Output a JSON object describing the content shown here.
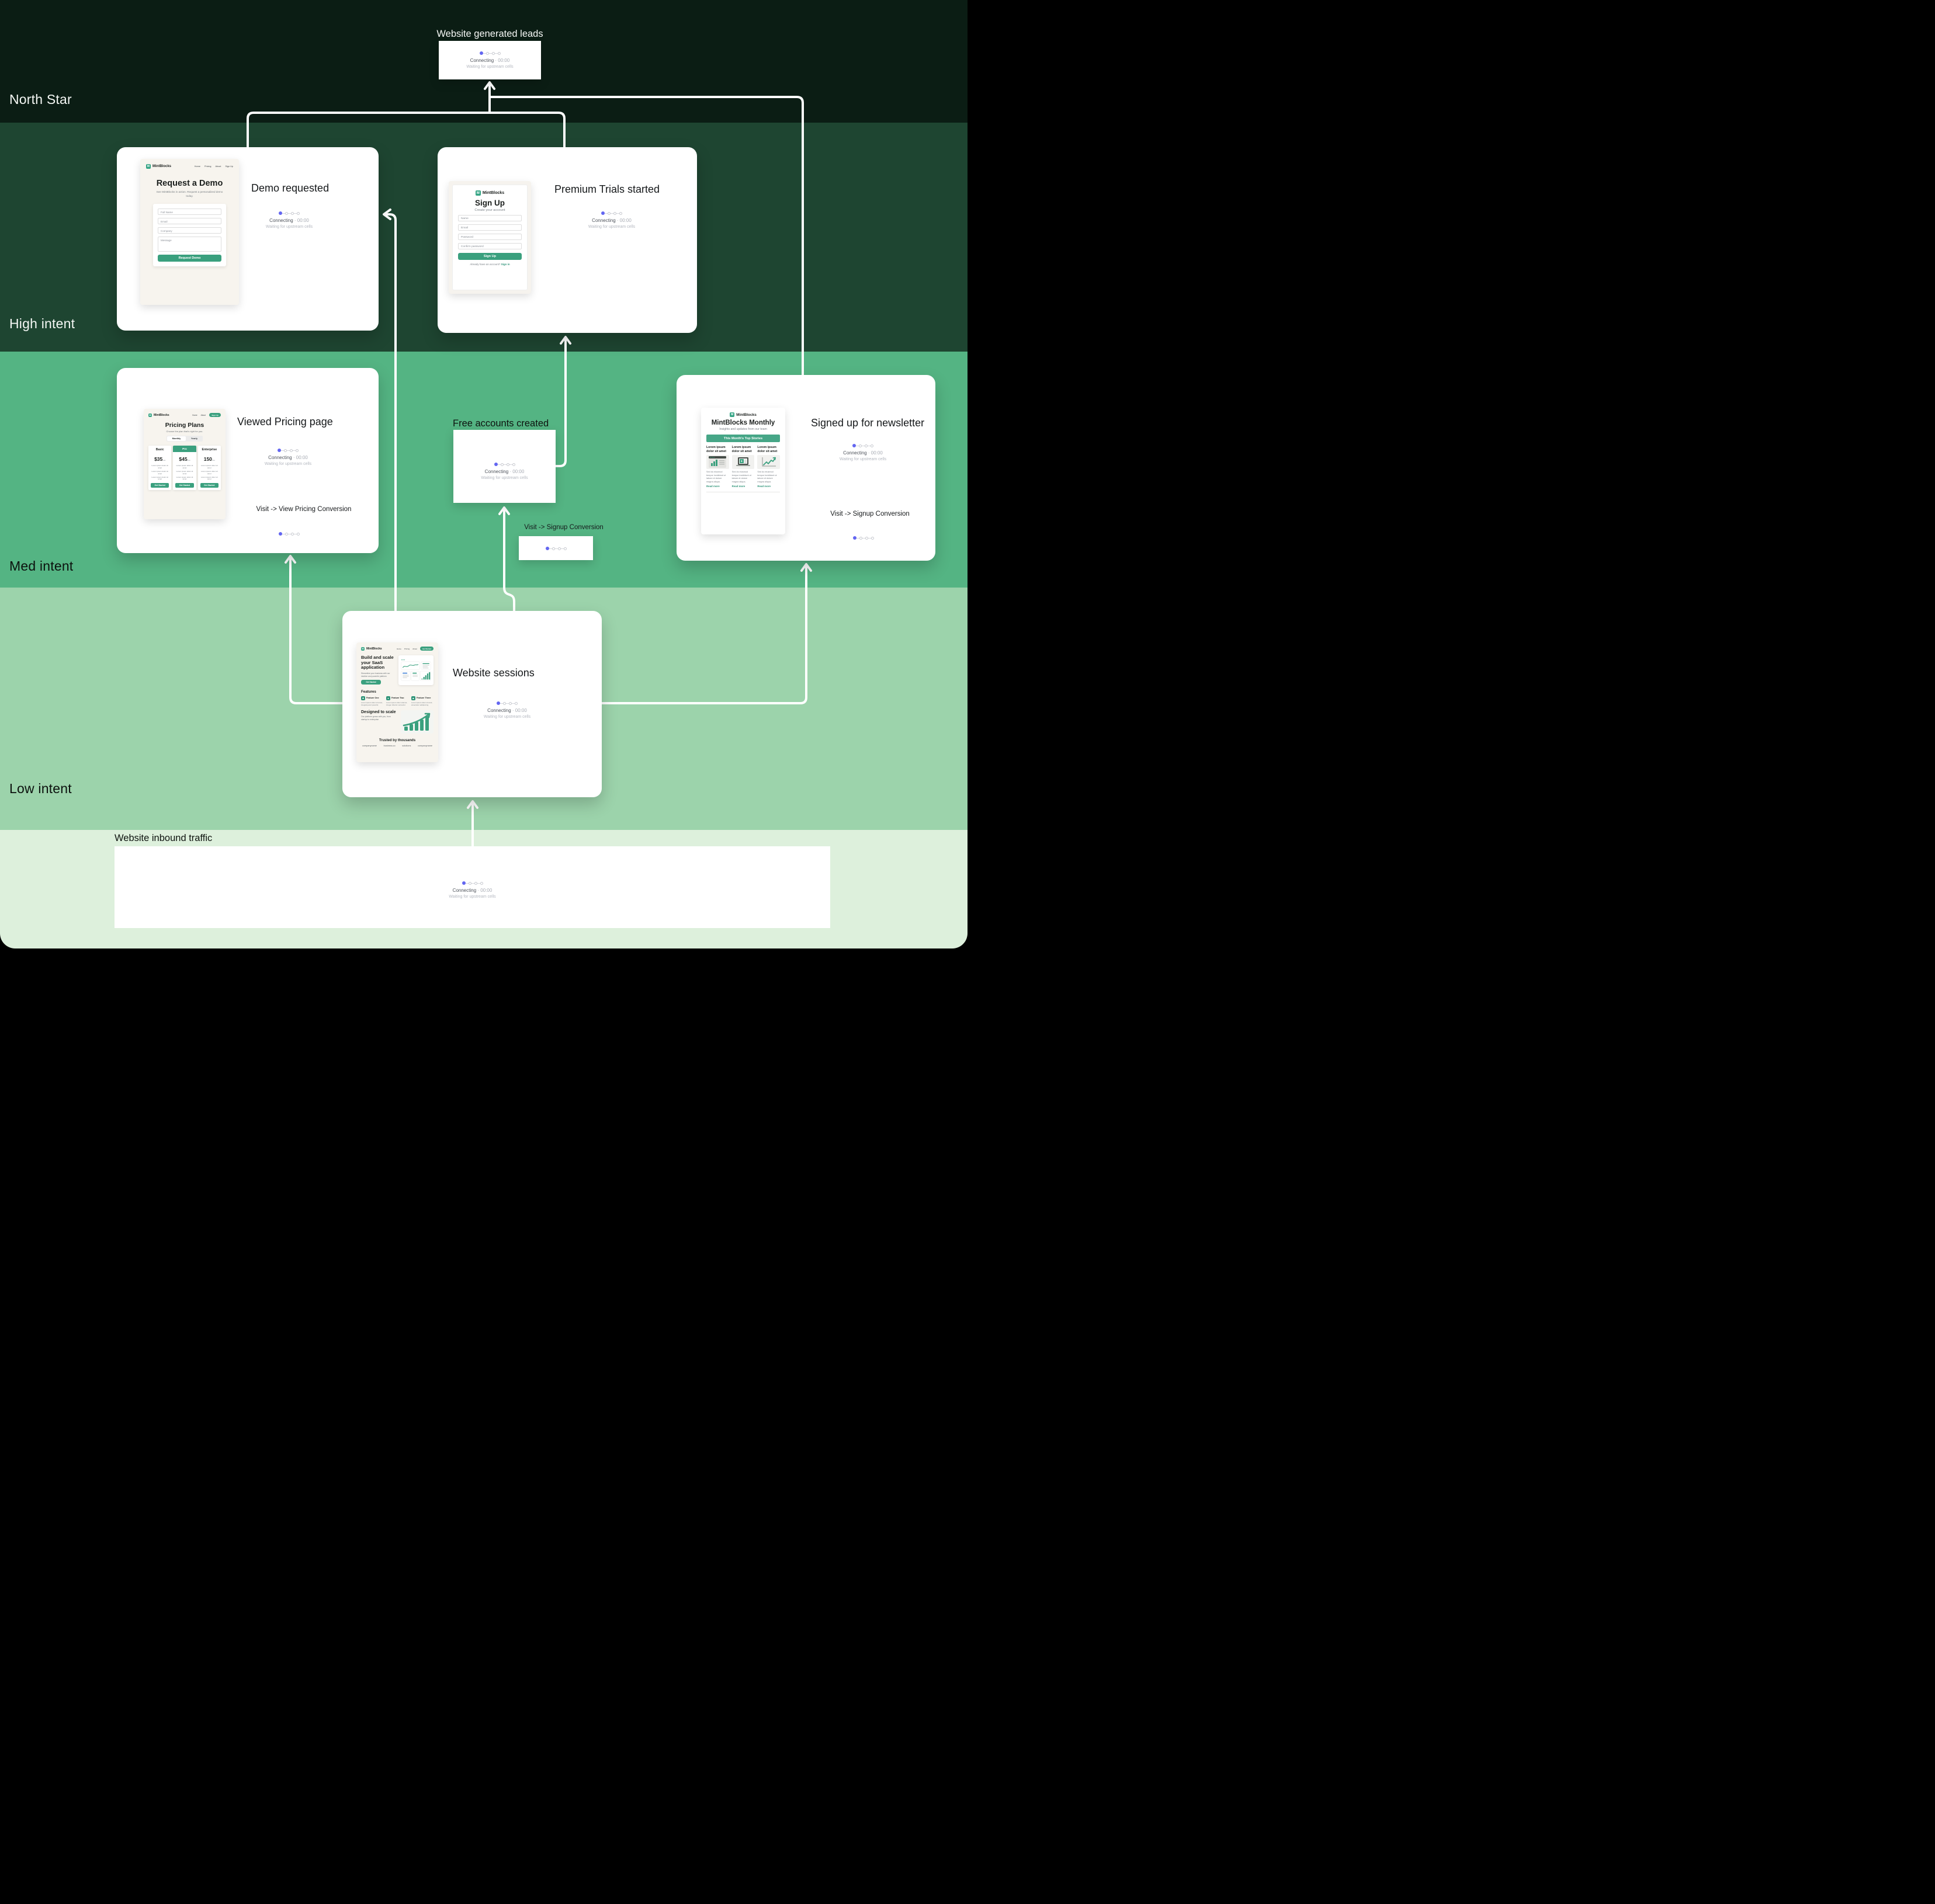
{
  "bands": {
    "north_label": "North Star",
    "high_label": "High intent",
    "med_label": "Med intent",
    "low_label": "Low intent"
  },
  "status": {
    "connecting": "Connecting",
    "sep": "·",
    "time": "00:00",
    "waiting": "Waiting for upstream cells"
  },
  "cards": {
    "leads": {
      "title": "Website generated leads"
    },
    "demo": {
      "title": "Demo requested"
    },
    "premium": {
      "title": "Premium Trials started"
    },
    "pricing": {
      "title": "Viewed Pricing page",
      "conversion_label": "Visit -> View Pricing Conversion"
    },
    "free": {
      "title": "Free accounts created"
    },
    "newsletter": {
      "title": "Signed up for newsletter",
      "conversion_label": "Visit -> Signup Conversion"
    },
    "sessions": {
      "title": "Website sessions"
    },
    "mid_conversion": {
      "title": "Visit -> Signup Conversion"
    },
    "inbound": {
      "title": "Website inbound traffic"
    }
  },
  "mockups": {
    "brand": "MintBlocks",
    "logo_letter": "M",
    "demo_page": {
      "nav": [
        "Home",
        "Pricing",
        "About",
        "Sign Up"
      ],
      "heading": "Request a Demo",
      "subheading": "See MintBlocks in action. Request a personalized demo today.",
      "fields": [
        "Full Name",
        "Email",
        "Company",
        "Message"
      ],
      "submit_label": "Request Demo"
    },
    "signup_page": {
      "heading": "Sign Up",
      "subheading": "Create your account",
      "fields": [
        "Name",
        "Email",
        "Password",
        "Confirm password"
      ],
      "submit_label": "Sign Up",
      "footer_text": "Already have an account?",
      "footer_link": "Sign in"
    },
    "pricing_page": {
      "nav": [
        "Home",
        "About"
      ],
      "nav_cta": "Sign Up",
      "heading": "Pricing Plans",
      "subheading": "Choose the plan that's right for you.",
      "billing_toggle": [
        "Monthly",
        "Yearly"
      ],
      "plans": [
        {
          "name": "Basic",
          "price": "$35",
          "period": "/mo"
        },
        {
          "name": "Pro",
          "price": "$45",
          "period": "/mo"
        },
        {
          "name": "Enterprise",
          "price": "150",
          "period": "/mo"
        }
      ],
      "plan_feature_line": "Lorem ipsum dolor sit amet",
      "plan_cta": "Get Started"
    },
    "newsletter_page": {
      "heading": "MintBlocks Monthly",
      "subheading": "Insights and updates from our team",
      "banner": "This Month's Top Stories",
      "story_title": "Lorem ipsum dolor sit amet",
      "story_body": "Sed do eiusmod tempor incididunt ut labore et dolore magna aliqua.",
      "story_link": "Read more"
    },
    "landing_page": {
      "nav": [
        "Home",
        "Pricing",
        "About"
      ],
      "nav_cta": "Get Started",
      "hero_heading": "Build and scale your SaaS application",
      "hero_sub": "Streamline your business with our intuitive and powerful platform",
      "hero_cta": "Get Started",
      "features_heading": "Features",
      "features": [
        {
          "name": "Feature One",
          "body": "Lorem ipsum dolor sit amet, integral jeund poweful."
        },
        {
          "name": "Feature Two",
          "body": "Lorem ipsum dolor sitamet, integer ditamic surceofel."
        },
        {
          "name": "Feature Three",
          "body": "Lorem ipsum dolor sit amd, ansectetur addipscing."
        }
      ],
      "scale_heading": "Designed to scale",
      "scale_sub": "Our platform grows with you, from startup to enterprise",
      "trusted_heading": "Trusted by thousands",
      "trusted_logos": [
        "companyname",
        "business.co",
        "solutions",
        "companyname"
      ]
    }
  },
  "colors": {
    "brand_green": "#3aa07e",
    "accent_dot": "#6366f1",
    "band_north": "#0b1d14",
    "band_high": "#1e4531",
    "band_med": "#54b483",
    "band_low": "#9cd3ab",
    "band_footer": "#ddf0dc"
  }
}
